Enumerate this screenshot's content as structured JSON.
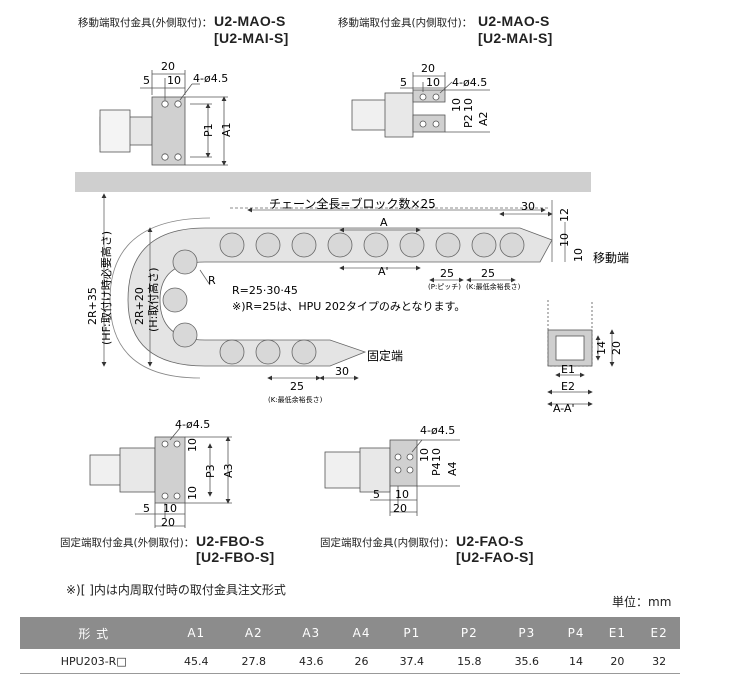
{
  "brackets": {
    "mao": {
      "label": "移動端取付金具(外側取付)：",
      "code": "U2-MAO-S",
      "alt": "[U2-MAI-S]"
    },
    "mai": {
      "label": "移動端取付金具(内側取付)：",
      "code": "U2-MAO-S",
      "alt": "[U2-MAI-S]"
    },
    "fbo": {
      "label": "固定端取付金具(外側取付)：",
      "code": "U2-FBO-S",
      "alt": "[U2-FBO-S]"
    },
    "fao": {
      "label": "固定端取付金具(内側取付)：",
      "code": "U2-FAO-S",
      "alt": "[U2-FAO-S]"
    }
  },
  "dims": {
    "d20": "20",
    "d10": "10",
    "d5": "5",
    "hole": "4-ø4.5",
    "p1": "P1",
    "a1": "A1",
    "p2": "P2",
    "a2": "A2",
    "p3": "P3",
    "a3": "A3",
    "p4": "P4",
    "a4": "A4",
    "d12": "12",
    "d14": "14",
    "d30": "30",
    "d25": "25"
  },
  "chain": {
    "length_note": "チェーン全長=ブロック数×25",
    "a_label": "A",
    "a_prime": "A'",
    "moving_end": "移動端",
    "fixed_end": "固定端",
    "radius": "R=25·30·45",
    "radius_note": "※)R=25は、HPU 202タイプのみとなります。",
    "r": "R",
    "pitch_note": "(P:ピッチ)",
    "k_note": "(K:最低余裕長さ)",
    "hf": "2R+35",
    "hf_note": "(HF:取付け時必要高さ)",
    "h": "2R+20",
    "h_note": "(H:取付高さ)"
  },
  "section": {
    "e1": "E1",
    "e2": "E2",
    "label": "A-A'"
  },
  "footnote": "※)[ ]内は内周取付時の取付金具注文形式",
  "unit": "単位：mm",
  "table": {
    "headers": [
      "形 式",
      "A1",
      "A2",
      "A3",
      "A4",
      "P1",
      "P2",
      "P3",
      "P4",
      "E1",
      "E2"
    ],
    "rows": [
      [
        "HPU203-R□",
        "45.4",
        "27.8",
        "43.6",
        "26",
        "37.4",
        "15.8",
        "35.6",
        "14",
        "20",
        "32"
      ]
    ]
  }
}
